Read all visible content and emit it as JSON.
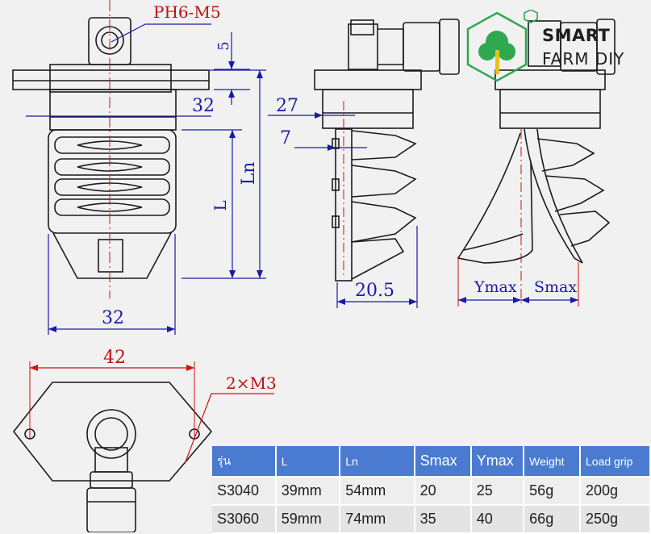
{
  "annotations": {
    "thread_top": "PH6-M5",
    "screw_holes": "2×M3"
  },
  "dimensions": {
    "top_offset": "5",
    "inner_width": "32",
    "base_width": "32",
    "length_l": "L",
    "length_ln": "Ln",
    "side_height": "27",
    "finger_offset": "7",
    "side_width": "20.5",
    "flange_spacing": "42",
    "y_max": "Ymax",
    "s_max": "Smax"
  },
  "logo": {
    "line1": "SMART",
    "line2": "FARM DIY"
  },
  "spec_table": {
    "headers": [
      "รุ่น",
      "L",
      "Ln",
      "Smax",
      "Ymax",
      "Weight",
      "Load grip"
    ],
    "rows": [
      [
        "S3040",
        "39mm",
        "54mm",
        "20",
        "25",
        "56g",
        "200g"
      ],
      [
        "S3060",
        "59mm",
        "74mm",
        "35",
        "40",
        "66g",
        "250g"
      ]
    ]
  },
  "colors": {
    "dimension": "#1a1aa8",
    "annotation": "#c01010",
    "centerline": "#d41010",
    "header_bg": "#4a7bd0",
    "logo_green": "#2fa84f",
    "logo_yellow": "#e8c21a"
  }
}
